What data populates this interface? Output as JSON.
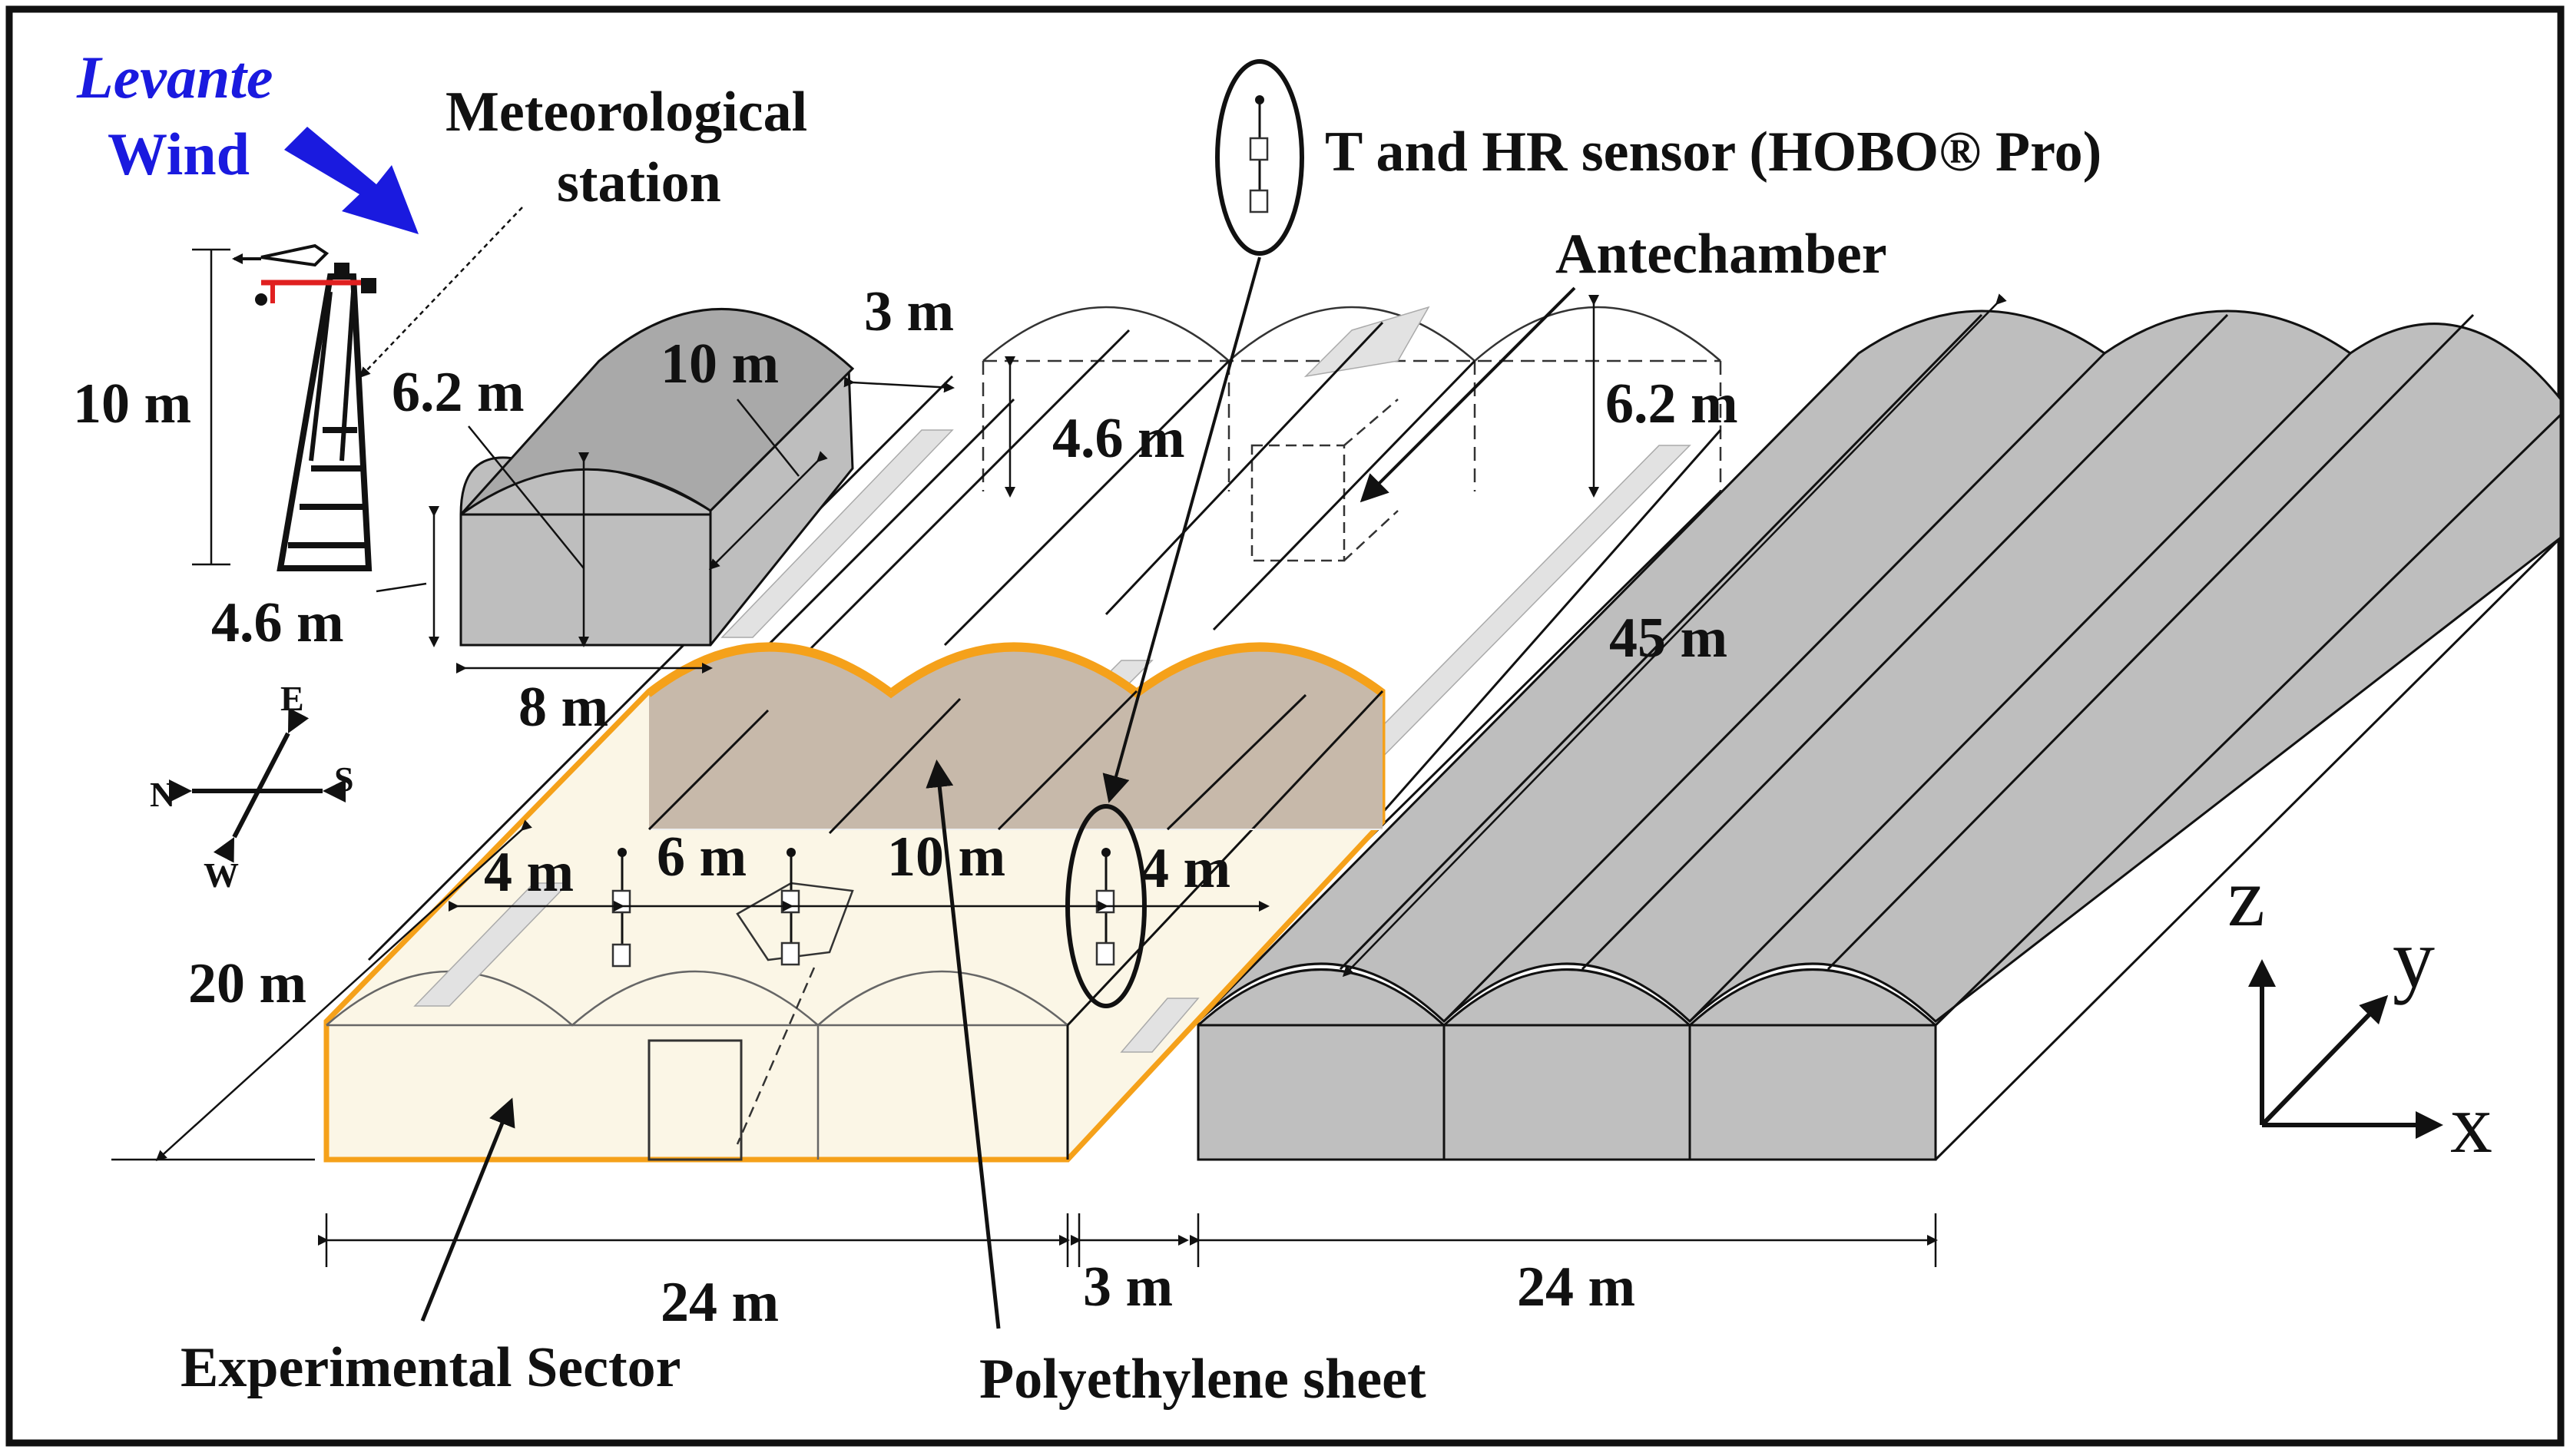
{
  "wind": {
    "line1": "Levante",
    "line2": "Wind",
    "color": "#1a1adf"
  },
  "station": {
    "label_line1": "Meteorological",
    "label_line2": "station",
    "height": "10 m"
  },
  "sensor": {
    "label": "T and HR sensor (HOBO® Pro)"
  },
  "antechamber": {
    "label": "Antechamber"
  },
  "greenhouse_small": {
    "ridge_height": "6.2 m",
    "length": "10 m",
    "eave_height": "4.6 m",
    "width": "8 m"
  },
  "greenhouse_center": {
    "gap": "3 m",
    "eave_height": "4.6 m",
    "ridge_height": "6.2 m",
    "length": "45 m"
  },
  "compass": {
    "north": "N",
    "south": "S",
    "east": "E",
    "west": "W"
  },
  "experimental_sector": {
    "spacing_1": "4 m",
    "spacing_2": "6 m",
    "spacing_3": "10 m",
    "spacing_4": "4 m",
    "length": "20 m",
    "width": "24 m",
    "label": "Experimental Sector",
    "outline_color": "#f5a11a",
    "fill_color": "#fbf6e6",
    "sheet_color": "#c7b9aa"
  },
  "bottom_dims": {
    "gap": "3 m",
    "right_width": "24 m"
  },
  "polyethylene": {
    "label": "Polyethylene sheet"
  },
  "axes": {
    "z": "z",
    "y": "y",
    "x": "x"
  }
}
